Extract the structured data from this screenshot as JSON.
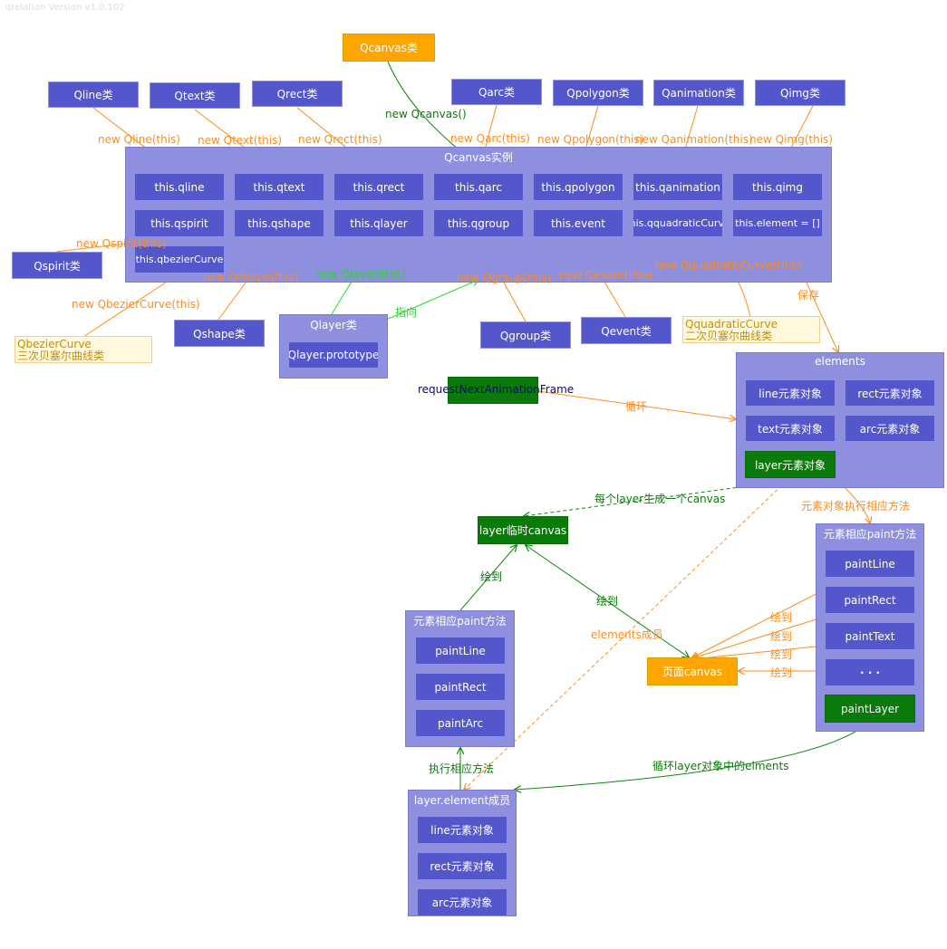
{
  "version": "qrelation Version v1.0.102",
  "classes": {
    "qcanvas": "Qcanvas类",
    "qline": "Qline类",
    "qtext": "Qtext类",
    "qrect": "Qrect类",
    "qarc": "Qarc类",
    "qpolygon": "Qpolygon类",
    "qanimation": "Qanimation类",
    "qimg": "Qimg类",
    "qspirit": "Qspirit类",
    "qshape": "Qshape类",
    "qgroup": "Qgroup类",
    "qevent": "Qevent类"
  },
  "instance": {
    "title": "Qcanvas实例",
    "props": [
      "this.qline",
      "this.qtext",
      "this.qrect",
      "this.qarc",
      "this.qpolygon",
      "this.qanimation",
      "this.qimg",
      "this.qspirit",
      "this.qshape",
      "this.qlayer",
      "this.qgroup",
      "this.event",
      "this.qquadraticCurve",
      "this.element = []",
      "this.qbezierCurve"
    ]
  },
  "qlayer": {
    "title": "Qlayer类",
    "prototype": "Qlayer.prototype"
  },
  "notes": {
    "bezier": [
      "QbezierCurve",
      "三次贝塞尔曲线类"
    ],
    "quadratic": [
      "QquadraticCurve",
      "二次贝塞尔曲线类"
    ]
  },
  "new_labels": {
    "qcanvas": "new Qcanvas()",
    "qline": "new Qline(this)",
    "qtext": "new Qtext(this)",
    "qrect": "new Qrect(this)",
    "qarc": "new Qarc(this)",
    "qpolygon": "new Qpolygon(this)",
    "qanimation": "new Qanimation(this)",
    "qimg": "new Qimg(this)",
    "qspirit": "new Qspirit(this)",
    "qshape": "new Qshape(this)",
    "qlayer": "new Qlayer(this)",
    "qgroup": "new Qgroup(this)",
    "qevent": "new Qevent(this)",
    "qquadratic": "new QquadraticCurve(this)",
    "qbezier": "new QbezierCurve(this)"
  },
  "edge_labels": {
    "point_to": "指向",
    "save": "保存",
    "loop": "循环",
    "each_layer": "每个layer生成一个canvas",
    "exec_method": "元素对象执行相应方法",
    "draw_to_1": "绘到",
    "draw_to_2": "绘到",
    "elements_member": "elements成员",
    "draw_a": "绘到",
    "draw_b": "绘到",
    "draw_c": "绘到",
    "draw_d": "绘到",
    "exec_corresponding": "执行相应方法",
    "loop_layer_elements": "循环layer对象中的elments"
  },
  "raf": "requestNextAnimationFrame",
  "elements": {
    "title": "elements",
    "items": [
      "line元素对象",
      "rect元素对象",
      "text元素对象",
      "arc元素对象",
      "layer元素对象"
    ]
  },
  "layer_canvas": "layer临时canvas",
  "page_canvas": "页面canvas",
  "paint_right": {
    "title": "元素相应paint方法",
    "items": [
      "paintLine",
      "paintRect",
      "paintText",
      "·  ·  ·",
      "paintLayer"
    ]
  },
  "paint_left": {
    "title": "元素相应paint方法",
    "items": [
      "paintLine",
      "paintRect",
      "paintArc"
    ]
  },
  "layer_element": {
    "title": "layer.element成员",
    "items": [
      "line元素对象",
      "rect元素对象",
      "arc元素对象"
    ]
  },
  "colors": {
    "class_blue": "#5457cc",
    "container": "#8f8fdf",
    "orange": "#ffa500",
    "green": "#0a7a0a",
    "arrow_orange": "#ff8c1a",
    "arrow_green": "#0a8a0a",
    "arrow_bright_green": "#22dd22"
  }
}
